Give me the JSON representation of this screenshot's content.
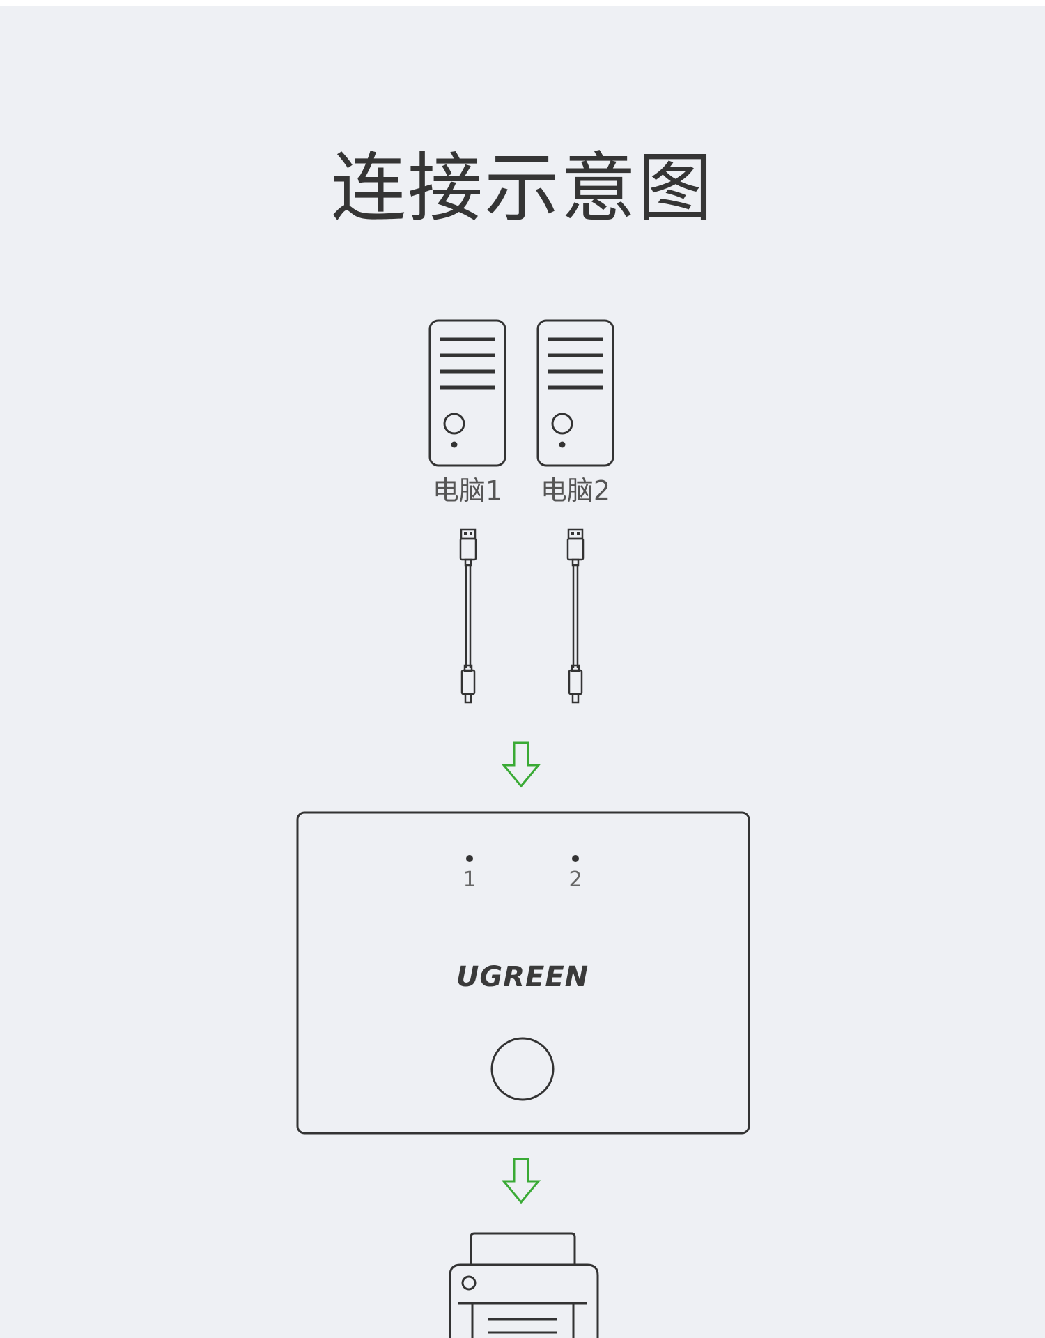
{
  "title": "连接示意图",
  "computers": [
    {
      "label": "电脑1"
    },
    {
      "label": "电脑2"
    }
  ],
  "switch": {
    "led_labels": [
      "1",
      "2"
    ],
    "brand": "UGREEN"
  },
  "colors": {
    "background": "#eef0f4",
    "stroke": "#333333",
    "text": "#555555",
    "arrow": "#3aaa35"
  },
  "icons": {
    "computer": "desktop-tower-icon",
    "cable": "usb-cable-icon",
    "arrow": "arrow-down-icon",
    "device": "usb-switch-box",
    "printer": "printer-icon"
  }
}
